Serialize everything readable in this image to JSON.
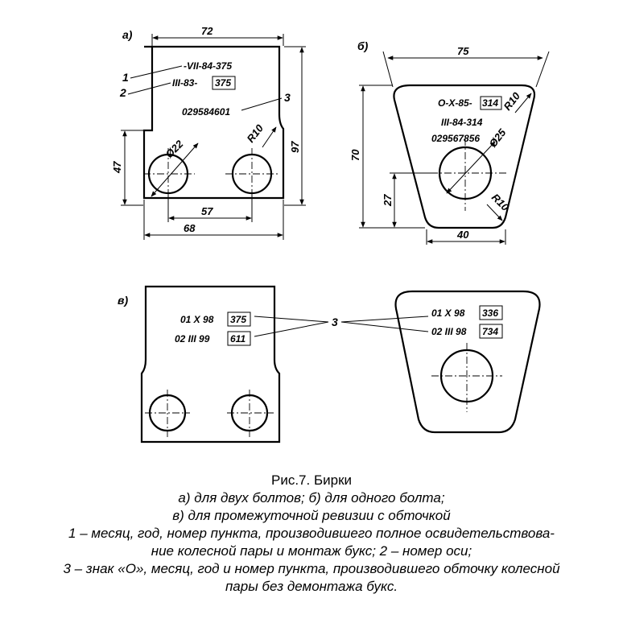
{
  "figure": {
    "panel_labels": {
      "a": "a)",
      "b": "б)",
      "v": "в)"
    },
    "callouts": {
      "one": "1",
      "two": "2",
      "three": "3"
    },
    "panel_a": {
      "dims": {
        "width_top": "72",
        "width_bottom": "68",
        "hole_spacing": "57",
        "height_left": "47",
        "height_right": "97",
        "radius": "R10",
        "hole_dia": "Ø22"
      },
      "line1": "-VII-84-375",
      "line2_prefix": "III-83-",
      "line2_box": "375",
      "serial": "029584601"
    },
    "panel_b": {
      "dims": {
        "width_top": "75",
        "width_bottom": "40",
        "height": "70",
        "hole_height": "27",
        "radius_top": "R10",
        "radius_bottom": "R10",
        "hole_dia": "Ø25"
      },
      "line1_prefix": "O-X-85-",
      "line1_box": "314",
      "line2": "III-84-314",
      "serial": "029567856"
    },
    "panel_v_left": {
      "line1_prefix": "01 X 98",
      "line1_box": "375",
      "line2_prefix": "02 III 99",
      "line2_box": "611"
    },
    "panel_v_right": {
      "line1_prefix": "01 X 98",
      "line1_box": "336",
      "line2_prefix": "02 III 98",
      "line2_box": "734"
    }
  },
  "caption": {
    "title": "Рис.7. Бирки",
    "line1": "а)  для двух болтов; б)  для одного болта;",
    "line2": "в)  для промежуточной ревизии с обточкой",
    "line3": "1 – месяц, год, номер пункта, производившего полное освидетельствова-",
    "line4": "ние колесной пары и монтаж букс;  2 – номер оси;",
    "line5": "3 – знак «О», месяц, год и номер пункта, производившего обточку колесной",
    "line6": "пары без демонтажа букс."
  }
}
